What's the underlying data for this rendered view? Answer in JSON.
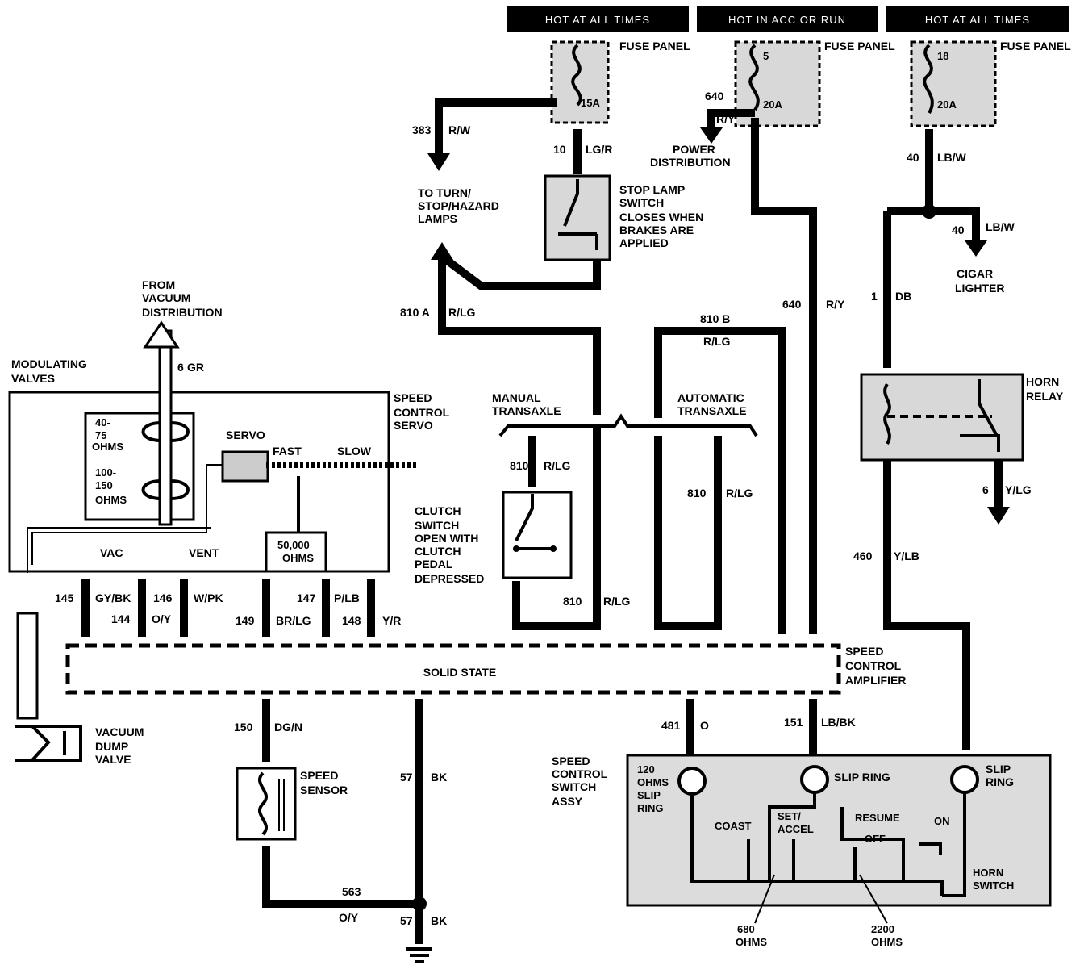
{
  "headers": {
    "hot_at_all_times_1": "HOT AT ALL TIMES",
    "hot_in_acc_or_run": "HOT IN ACC OR RUN",
    "hot_at_all_times_2": "HOT AT ALL TIMES"
  },
  "fuses": {
    "fuse1": {
      "label": "FUSE PANEL",
      "amps": "15A"
    },
    "fuse2": {
      "label": "FUSE PANEL",
      "number": "5",
      "amps": "20A"
    },
    "fuse3": {
      "label": "FUSE PANEL",
      "number": "18",
      "amps": "20A"
    }
  },
  "wires": {
    "w383": {
      "num": "383",
      "color": "R/W"
    },
    "w10": {
      "num": "10",
      "color": "LG/R"
    },
    "w640a": {
      "num": "640",
      "color": "R/Y"
    },
    "w40a": {
      "num": "40",
      "color": "LB/W"
    },
    "w40b": {
      "num": "40",
      "color": "LB/W"
    },
    "w810a": {
      "num": "810 A",
      "color": "R/LG"
    },
    "w810b": {
      "num": "810 B",
      "color": "R/LG"
    },
    "w640b": {
      "num": "640",
      "color": "R/Y"
    },
    "w1": {
      "num": "1",
      "color": "DB"
    },
    "w6gr": {
      "num": "6",
      "color": "GR"
    },
    "w810c": {
      "num": "810",
      "color": "R/LG"
    },
    "w810d": {
      "num": "810",
      "color": "R/LG"
    },
    "w810e": {
      "num": "810",
      "color": "R/LG"
    },
    "w6": {
      "num": "6",
      "color": "Y/LG"
    },
    "w460": {
      "num": "460",
      "color": "Y/LB"
    },
    "w145": {
      "num": "145",
      "color": "GY/BK"
    },
    "w144": {
      "num": "144",
      "color": "O/Y"
    },
    "w146": {
      "num": "146",
      "color": "W/PK"
    },
    "w149": {
      "num": "149",
      "color": "BR/LG"
    },
    "w147": {
      "num": "147",
      "color": "P/LB"
    },
    "w148": {
      "num": "148",
      "color": "Y/R"
    },
    "w150": {
      "num": "150",
      "color": "DG/N"
    },
    "w57a": {
      "num": "57",
      "color": "BK"
    },
    "w57b": {
      "num": "57",
      "color": "BK"
    },
    "w563": {
      "num": "563",
      "color": "O/Y"
    },
    "w481": {
      "num": "481",
      "color": "O"
    },
    "w151": {
      "num": "151",
      "color": "LB/BK"
    }
  },
  "labels": {
    "to_turn_1": "TO TURN/",
    "to_turn_2": "STOP/HAZARD",
    "to_turn_3": "LAMPS",
    "stop_switch_1": "STOP LAMP",
    "stop_switch_2": "SWITCH",
    "stop_switch_3": "CLOSES WHEN",
    "stop_switch_4": "BRAKES ARE",
    "stop_switch_5": "APPLIED",
    "power_dist_1": "POWER",
    "power_dist_2": "DISTRIBUTION",
    "cigar_1": "CIGAR",
    "cigar_2": "LIGHTER",
    "from_vac_1": "FROM",
    "from_vac_2": "VACUUM",
    "from_vac_3": "DISTRIBUTION",
    "mod_valves_1": "MODULATING",
    "mod_valves_2": "VALVES",
    "servo_title_1": "SPEED",
    "servo_title_2": "CONTROL",
    "servo_title_3": "SERVO",
    "ohms_40_1": "40-",
    "ohms_40_2": "75",
    "ohms_40_3": "OHMS",
    "ohms_100_1": "100-",
    "ohms_100_2": "150",
    "ohms_100_3": "OHMS",
    "servo": "SERVO",
    "fast": "FAST",
    "slow": "SLOW",
    "ohms_50k_1": "50,000",
    "ohms_50k_2": "OHMS",
    "vac": "VAC",
    "vent": "VENT",
    "manual_1": "MANUAL",
    "manual_2": "TRANSAXLE",
    "auto_1": "AUTOMATIC",
    "auto_2": "TRANSAXLE",
    "clutch_1": "CLUTCH",
    "clutch_2": "SWITCH",
    "clutch_3": "OPEN WITH",
    "clutch_4": "CLUTCH",
    "clutch_5": "PEDAL",
    "clutch_6": "DEPRESSED",
    "horn_relay_1": "HORN",
    "horn_relay_2": "RELAY",
    "solid_state": "SOLID STATE",
    "amp_1": "SPEED",
    "amp_2": "CONTROL",
    "amp_3": "AMPLIFIER",
    "dump_1": "VACUUM",
    "dump_2": "DUMP",
    "dump_3": "VALVE",
    "speed_sensor_1": "SPEED",
    "speed_sensor_2": "SENSOR",
    "sw_assy_1": "SPEED",
    "sw_assy_2": "CONTROL",
    "sw_assy_3": "SWITCH",
    "sw_assy_4": "ASSY",
    "ring120_1": "120",
    "ring120_2": "OHMS",
    "ring120_3": "SLIP",
    "ring120_4": "RING",
    "slip_ring": "SLIP RING",
    "slip_ring2_1": "SLIP",
    "slip_ring2_2": "RING",
    "coast": "COAST",
    "set_1": "SET/",
    "set_2": "ACCEL",
    "resume": "RESUME",
    "on": "ON",
    "off": "OFF",
    "horn_sw_1": "HORN",
    "horn_sw_2": "SWITCH",
    "ohms680_1": "680",
    "ohms680_2": "OHMS",
    "ohms2200_1": "2200",
    "ohms2200_2": "OHMS"
  }
}
